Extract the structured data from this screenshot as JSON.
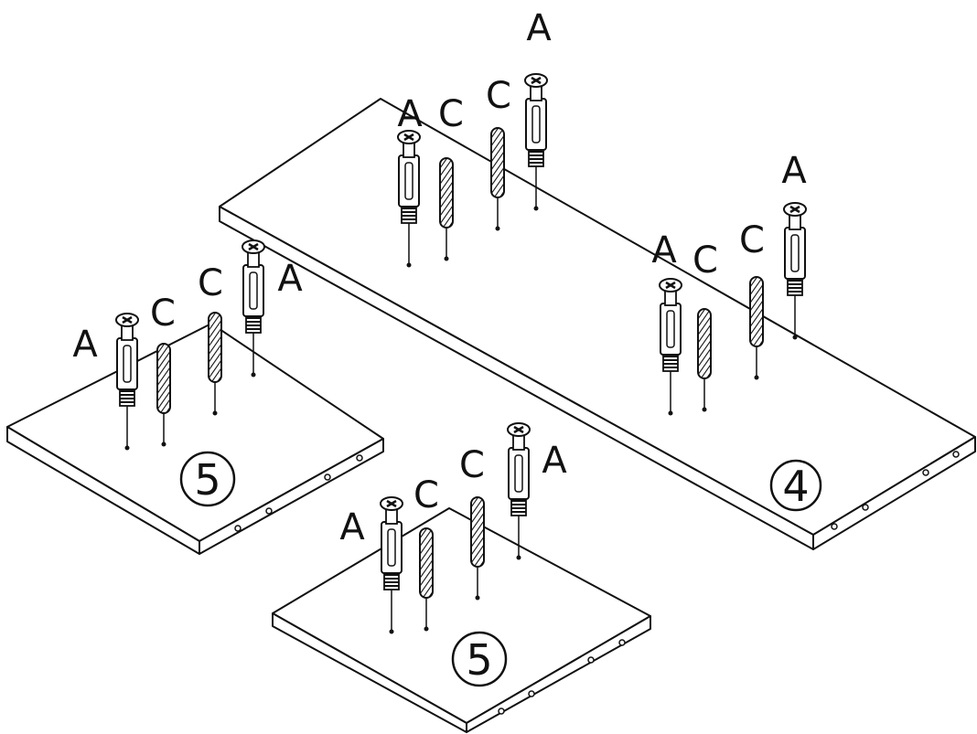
{
  "panels": [
    {
      "id": "panel-4",
      "number": "4"
    },
    {
      "id": "panel-5-left",
      "number": "5"
    },
    {
      "id": "panel-5-bottom",
      "number": "5"
    }
  ],
  "part_labels": {
    "cam_bolt": "A",
    "dowel": "C"
  }
}
